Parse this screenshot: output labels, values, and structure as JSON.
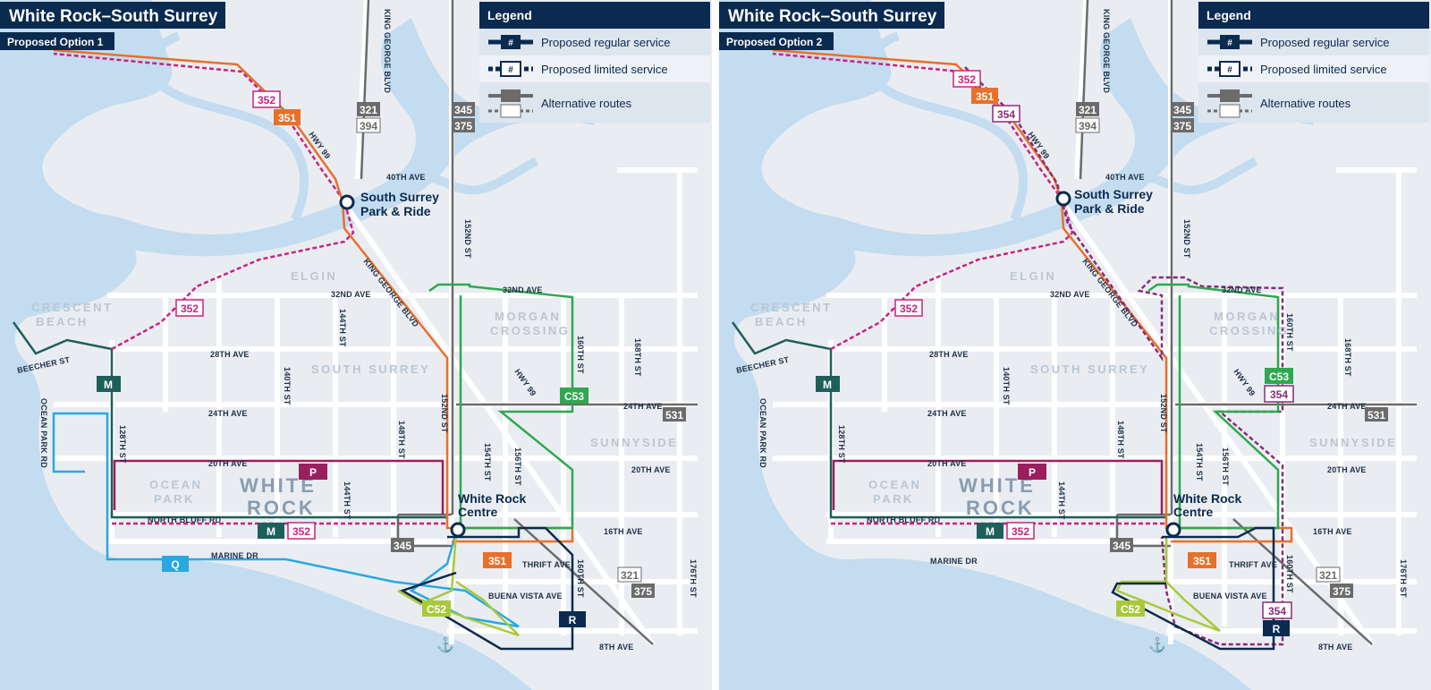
{
  "colors": {
    "water": "#c4dcf0",
    "land": "#e9edf2",
    "road": "#ffffff",
    "navy": "#0b2a4f",
    "route_351": "#e8702a",
    "route_352": "#c8237f",
    "route_354": "#8a2a7a",
    "route_C53": "#2fa84f",
    "route_C52": "#a8c93a",
    "route_Q": "#29a8e0",
    "route_P": "#9b1f5e",
    "route_M": "#1e5f5a",
    "route_R": "#0b2a4f",
    "alt_routes": "#6b6b6b"
  },
  "panels": [
    {
      "title": "White Rock–South Surrey",
      "option": "Proposed Option 1"
    },
    {
      "title": "White Rock–South Surrey",
      "option": "Proposed Option 2"
    }
  ],
  "legend": {
    "title": "Legend",
    "items": [
      {
        "label": "Proposed regular service",
        "symbol": "#"
      },
      {
        "label": "Proposed limited service",
        "symbol": "#"
      },
      {
        "label": "Alternative routes",
        "symbol": "#"
      }
    ]
  },
  "stops": {
    "park_ride": [
      "South Surrey",
      "Park & Ride"
    ],
    "centre": [
      "White Rock",
      "Centre"
    ]
  },
  "areas": {
    "crescent": [
      "CRESCENT",
      "BEACH"
    ],
    "elgin": "ELGIN",
    "morgan": [
      "MORGAN",
      "CROSSING"
    ],
    "south_surrey": "SOUTH SURREY",
    "sunnyside": "SUNNYSIDE",
    "ocean_park": [
      "OCEAN",
      "PARK"
    ],
    "white_rock": [
      "WHITE",
      "ROCK"
    ]
  },
  "streets": {
    "ave40": "40TH AVE",
    "ave32": "32ND AVE",
    "ave28": "28TH AVE",
    "ave24": "24TH AVE",
    "ave20": "20TH AVE",
    "ave16": "16TH AVE",
    "ave8": "8TH AVE",
    "thrift": "THRIFT AVE",
    "buena": "BUENA VISTA AVE",
    "marine": "MARINE DR",
    "north_bluff": "NORTH BLUFF RD",
    "beecher": "BEECHER ST",
    "ocean_park_rd": "OCEAN PARK RD",
    "kgb": "KING GEORGE BLVD",
    "hwy99": "HWY 99",
    "st128": "128TH ST",
    "st140": "140TH ST",
    "st144": "144TH ST",
    "st148": "148TH ST",
    "st152": "152ND ST",
    "st154": "154TH ST",
    "st156": "156TH ST",
    "st160": "160TH ST",
    "st168": "168TH ST",
    "st176": "176TH ST"
  },
  "route_labels": {
    "r351": "351",
    "r352": "352",
    "r354": "354",
    "C53": "C53",
    "C52": "C52",
    "Q": "Q",
    "P": "P",
    "M": "M",
    "R": "R",
    "r321": "321",
    "r394": "394",
    "r345": "345",
    "r375": "375",
    "r531": "531"
  }
}
